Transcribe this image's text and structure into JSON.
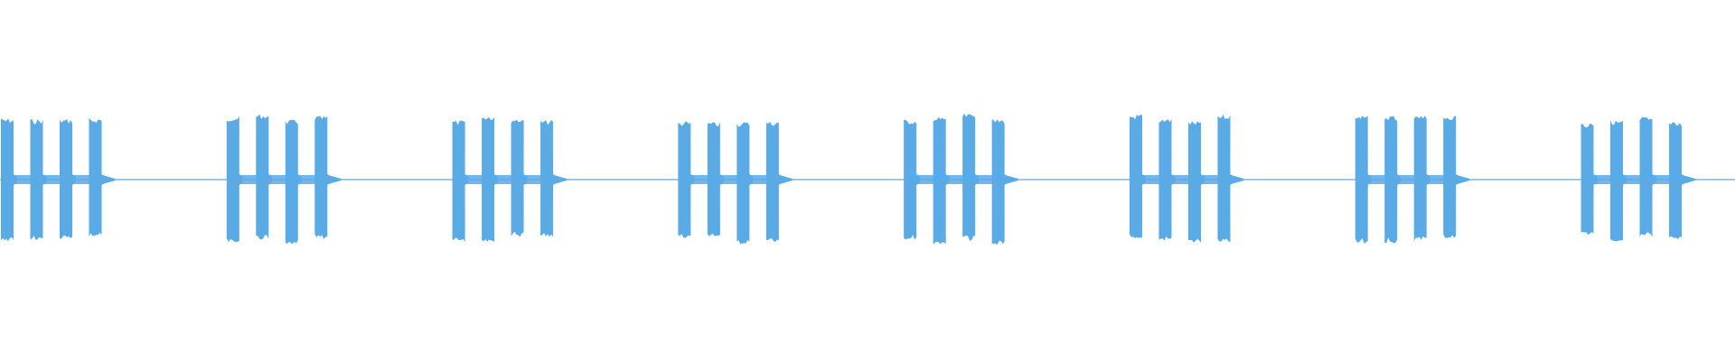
{
  "waveform": {
    "color": "#5aaae6",
    "background": "#ffffff",
    "burst_groups": 8,
    "pulses_per_group": 4,
    "group_period_fraction": 0.135,
    "peak_amplitude_fraction": 0.68,
    "baseline_amplitude_fraction": 0.005
  }
}
